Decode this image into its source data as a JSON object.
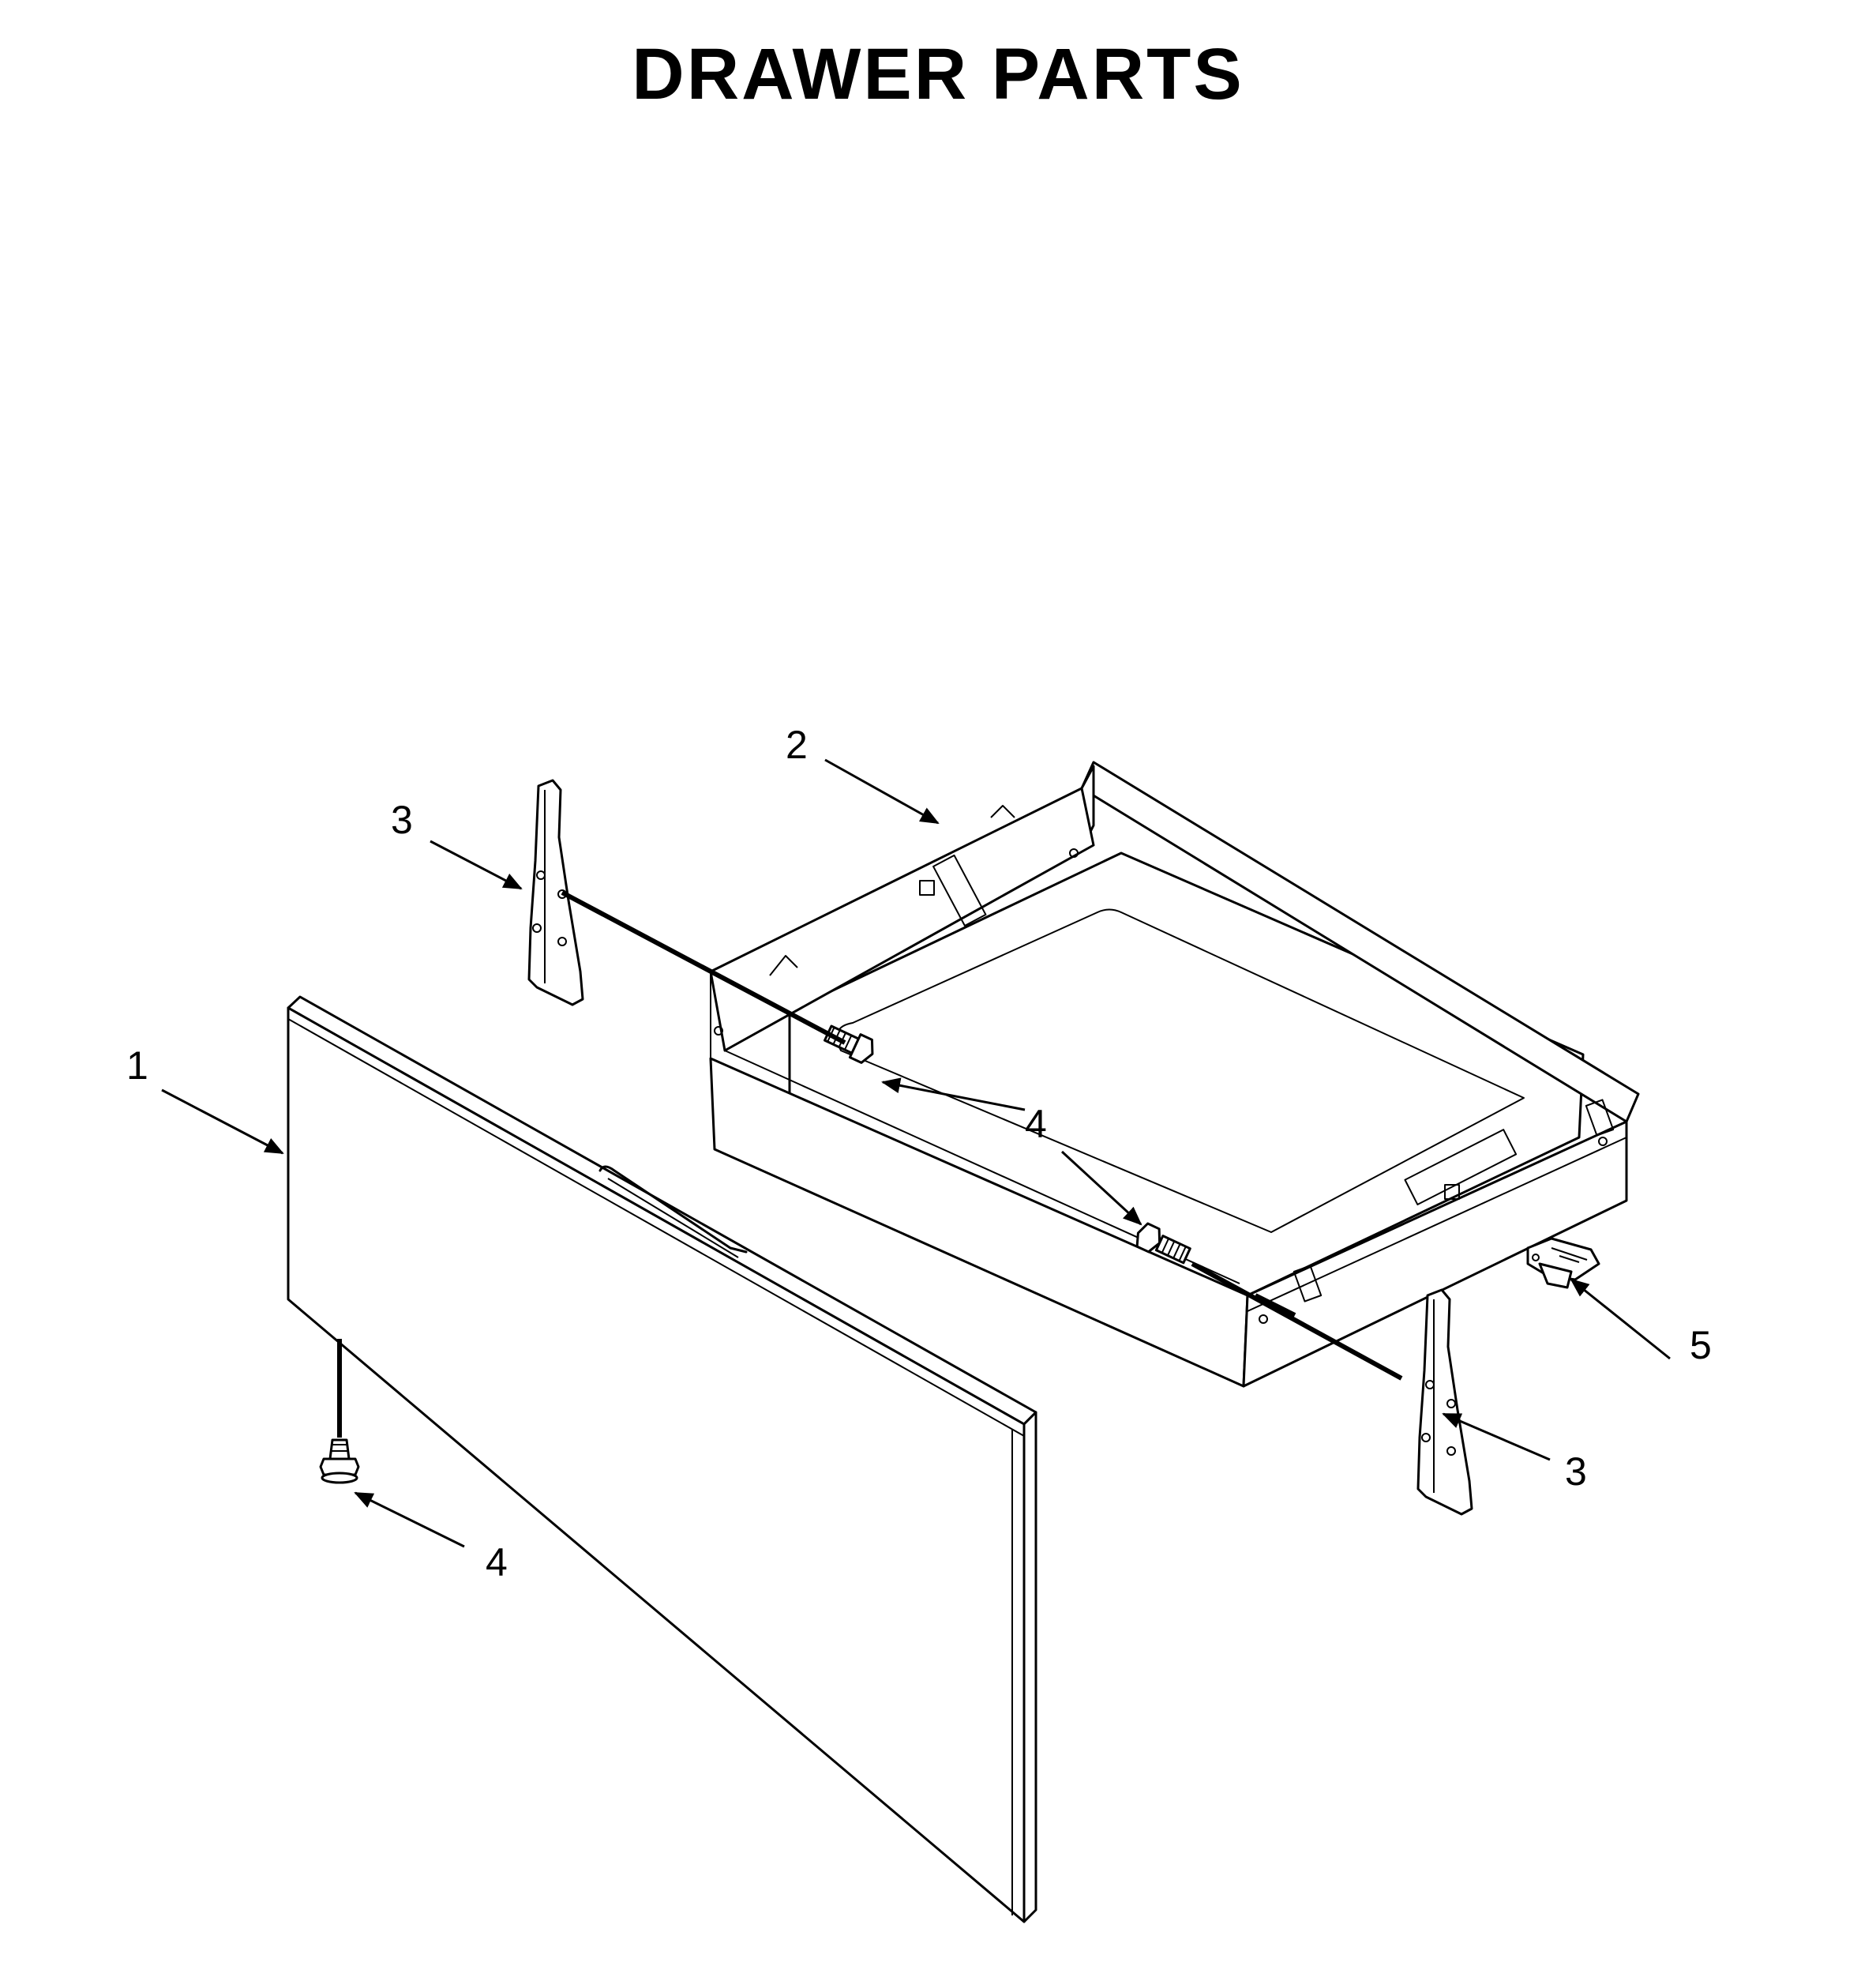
{
  "title": "DRAWER PARTS",
  "callouts": {
    "part_1": "1",
    "part_2": "2",
    "part_3_left": "3",
    "part_3_right": "3",
    "part_4_middle": "4",
    "part_4_bottom": "4",
    "part_5": "5"
  }
}
